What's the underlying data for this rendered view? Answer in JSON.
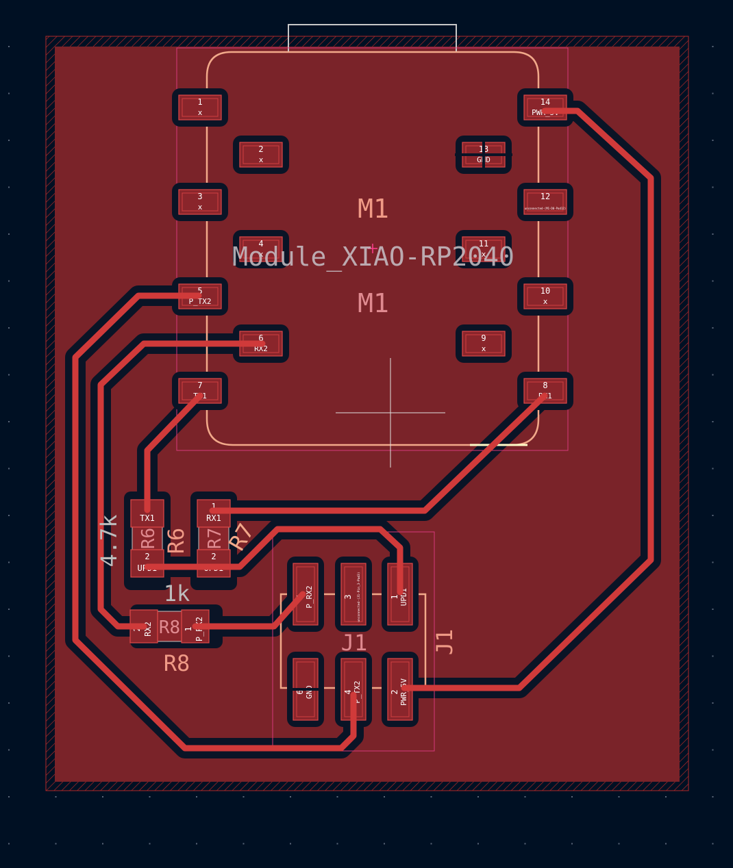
{
  "board": {
    "module_ref_top": "M1",
    "module_value": "Module_XIAO-RP2040",
    "module_ref_bottom": "M1",
    "connector_ref": "J1",
    "connector_value": "J1"
  },
  "module_pads": [
    {
      "num": "1",
      "net": "x"
    },
    {
      "num": "2",
      "net": "x"
    },
    {
      "num": "3",
      "net": "x"
    },
    {
      "num": "4",
      "net": "x"
    },
    {
      "num": "5",
      "net": "P_TX2"
    },
    {
      "num": "6",
      "net": "RX2"
    },
    {
      "num": "7",
      "net": "TX1"
    },
    {
      "num": "8",
      "net": "RX1"
    },
    {
      "num": "9",
      "net": "x"
    },
    {
      "num": "10",
      "net": "x"
    },
    {
      "num": "11",
      "net": "x"
    },
    {
      "num": "12",
      "net": "unconnected-(M1-D0-Pad12)"
    },
    {
      "num": "13",
      "net": "GND"
    },
    {
      "num": "14",
      "net": "PWR_5V"
    }
  ],
  "resistors": [
    {
      "ref": "R6",
      "value": "4.7k",
      "pad1": "1",
      "net1": "TX1",
      "pad2": "2",
      "net2": "UPDI"
    },
    {
      "ref": "R7",
      "value": "R7",
      "pad1": "1",
      "net1": "RX1",
      "pad2": "2",
      "net2": "UPDI"
    },
    {
      "ref": "R8",
      "value": "1k",
      "pad1": "1",
      "net1": "P_RX2",
      "pad2": "2",
      "net2": "RX2"
    }
  ],
  "connector_pads": [
    {
      "num": "5",
      "net": "P_RX2"
    },
    {
      "num": "3",
      "net": "unconnected-(J1-Pin_3-Pad3)"
    },
    {
      "num": "1",
      "net": "UPDI"
    },
    {
      "num": "6",
      "net": "GND"
    },
    {
      "num": "4",
      "net": "P_TX2"
    },
    {
      "num": "2",
      "net": "PWR_5V"
    }
  ],
  "colors": {
    "background": "#001023",
    "copper_fill": "#7a2329",
    "trace": "#d03a3a",
    "silkscreen": "#f2a98a",
    "courtyard": "#c2c2c2",
    "fab": "#ff26e2",
    "pad_text": "#ffffff"
  }
}
